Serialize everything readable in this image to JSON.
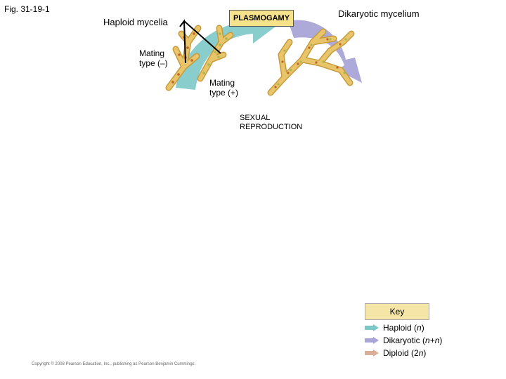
{
  "figure": {
    "label": "Fig. 31-19-1"
  },
  "labels": {
    "haploid_mycelia": "Haploid mycelia",
    "plasmogamy": "PLASMOGAMY",
    "dikaryotic_mycelium": "Dikaryotic mycelium",
    "mating_minus": "Mating type (–)",
    "mating_plus": "Mating type (+)",
    "sexual_reproduction": "SEXUAL REPRODUCTION"
  },
  "key": {
    "title": "Key",
    "items": [
      {
        "prefix": "Haploid (",
        "italic": "n",
        "suffix": ")",
        "color": "#7cc8c6"
      },
      {
        "prefix": "Dikaryotic (",
        "italic": "n+n",
        "suffix": ")",
        "color": "#a9a5d8"
      },
      {
        "prefix": "Diploid (2",
        "italic": "n",
        "suffix": ")",
        "color": "#dcae96"
      }
    ]
  },
  "copyright": "Copyright © 2008 Pearson Education, Inc., publishing as Pearson Benjamin Cummings.",
  "colors": {
    "haploid_arrow": "#7cc8c6",
    "dikaryotic_arrow": "#a9a5d8",
    "hypha_fill": "#e8c46a",
    "hypha_edge": "#c89a3a",
    "nucleus_minus": "#c0622a",
    "nucleus_plus": "#a8b84a",
    "plasmogamy_fill": "#f5e28a"
  }
}
